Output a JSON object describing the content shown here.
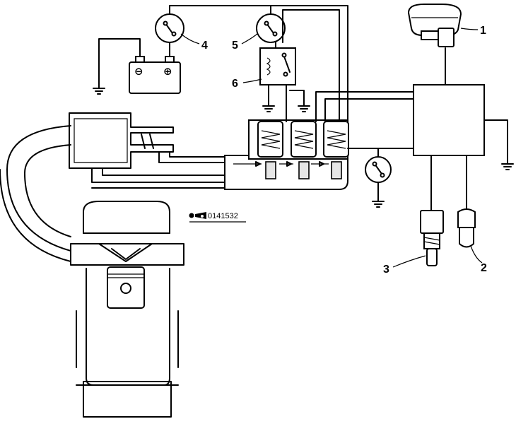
{
  "callouts": [
    {
      "id": "1",
      "label": "1"
    },
    {
      "id": "2",
      "label": "2"
    },
    {
      "id": "3",
      "label": "3"
    },
    {
      "id": "4",
      "label": "4"
    },
    {
      "id": "5",
      "label": "5"
    },
    {
      "id": "6",
      "label": "6"
    }
  ],
  "figure_code": "0141532",
  "battery": {
    "neg_symbol": "⊖",
    "pos_symbol": "⊕"
  }
}
